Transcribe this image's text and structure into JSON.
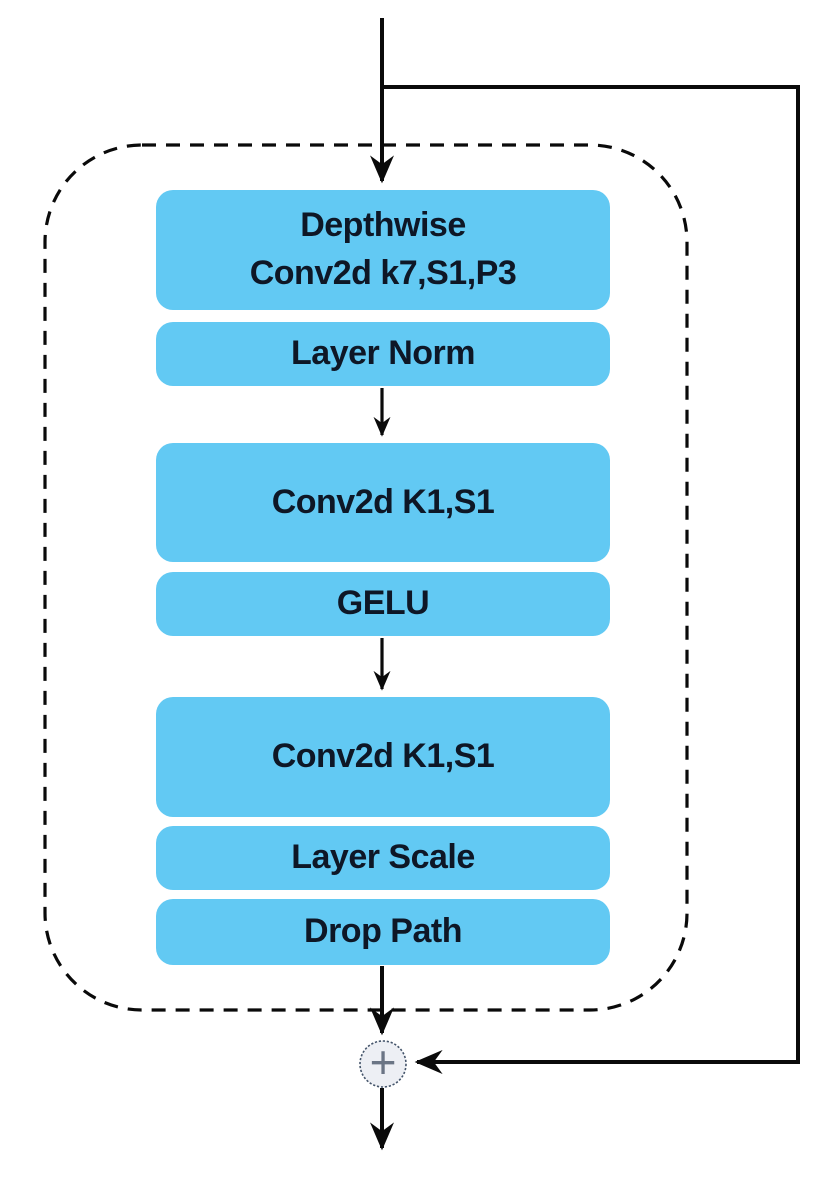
{
  "colors": {
    "background": "#ffffff",
    "box-fill": "#62c9f3",
    "line": "#0a0a0a",
    "text": "#0e1726",
    "circle-fill": "#edeff4",
    "circle-border": "#44546a",
    "plus": "#6b7585"
  },
  "diagram": {
    "blocks": [
      {
        "label": "Depthwise\nConv2d k7,S1,P3"
      },
      {
        "label": "Layer Norm"
      },
      {
        "label": "Conv2d K1,S1"
      },
      {
        "label": "GELU"
      },
      {
        "label": "Conv2d K1,S1"
      },
      {
        "label": "Layer Scale"
      },
      {
        "label": "Drop Path"
      }
    ],
    "merge_operator": "+"
  }
}
